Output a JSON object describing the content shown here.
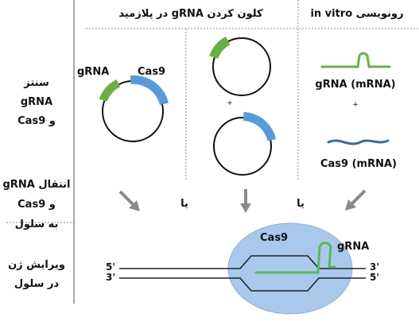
{
  "headers": {
    "in_vitro": "رونویسی in vitro",
    "plasmid": "کلون کردن gRNA در پلازمید"
  },
  "rows": {
    "synth": [
      "سنتز",
      "gRNA",
      "و Cas9"
    ],
    "deliver": [
      "انتقال gRNA",
      "و Cas9",
      "به سلول"
    ],
    "edit": [
      "ویرایش ژن",
      "در سلول"
    ]
  },
  "labels": {
    "grna": "gRNA",
    "cas9": "Cas9",
    "grna_mrna": "gRNA (mRNA)",
    "cas9_mrna": "Cas9 (mRNA)",
    "plus": "+",
    "or": "یا",
    "five_prime": "5'",
    "three_prime": "3'"
  },
  "colors": {
    "grna_green": "#6aae44",
    "cas9_blue": "#5a9ad8",
    "rna_green": "#6ab04c",
    "mrna_blue": "#3a6d9c",
    "arrow_gray": "#8a8a8a",
    "cell_fill": "#a9c8ec",
    "cell_stroke": "#8fb0d6",
    "guide_green": "#5cb85c"
  }
}
